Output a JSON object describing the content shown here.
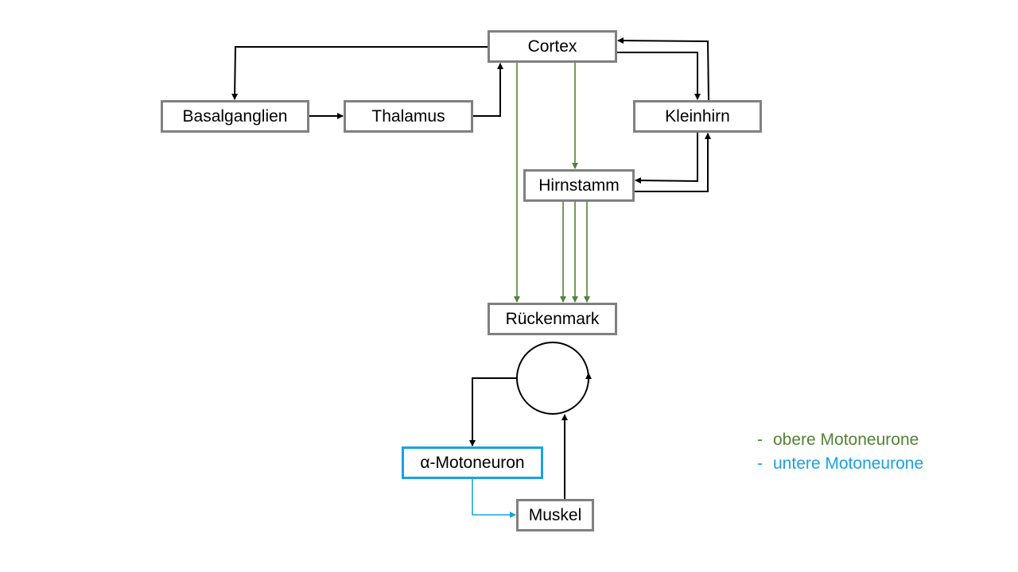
{
  "nodes": {
    "cortex": "Cortex",
    "basalganglien": "Basalganglien",
    "thalamus": "Thalamus",
    "kleinhirn": "Kleinhirn",
    "hirnstamm": "Hirnstamm",
    "rueckenmark": "Rückenmark",
    "alpha_motoneuron": "α-Motoneuron",
    "muskel": "Muskel"
  },
  "legend": {
    "dash": "-",
    "upper": "obere Motoneurone",
    "lower": "untere Motoneurone"
  },
  "colors": {
    "upper_motoneurons": "#548235",
    "lower_motoneurons": "#1ba1e2",
    "connections": "#000000",
    "box_border": "#808080"
  }
}
